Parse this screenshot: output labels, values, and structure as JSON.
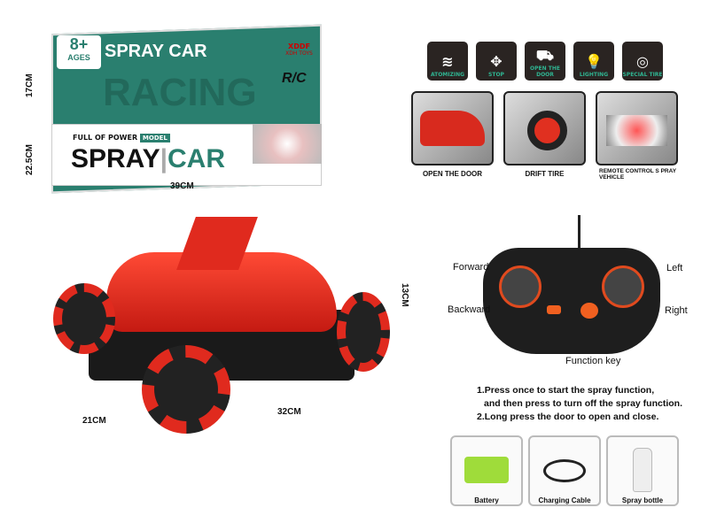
{
  "package": {
    "age": "8+",
    "age_label": "AGES",
    "top_name": "SPRAY CAR",
    "background_word": "RACING",
    "tagline": "FULL OF POWER",
    "model_tag": "MODEL",
    "name_part1": "SPRAY",
    "name_part2": "CAR",
    "brand": "XDDF",
    "brand_sub": "XDH TOYS",
    "rc_logo": "R/C",
    "height": "17CM",
    "depth": "22.5CM",
    "width": "39CM"
  },
  "features": [
    {
      "icon": "atomizing-icon",
      "label": "ATOMIZING"
    },
    {
      "icon": "stop-arrows-icon",
      "label": "STOP"
    },
    {
      "icon": "open-door-icon",
      "label": "OPEN THE DOOR"
    },
    {
      "icon": "lighting-icon",
      "label": "LIGHTING"
    },
    {
      "icon": "special-tire-icon",
      "label": "SPECIAL TIRE"
    }
  ],
  "photos": [
    {
      "caption": "OPEN THE DOOR"
    },
    {
      "caption": "DRIFT TIRE"
    },
    {
      "caption": "REMOTE CONTROL S PRAY VEHICLE"
    }
  ],
  "car": {
    "height": "13CM",
    "length": "32CM",
    "width": "21CM"
  },
  "remote": {
    "forward": "Forward",
    "backward": "Backward",
    "left": "Left",
    "right": "Right",
    "function_key": "Function key"
  },
  "instructions": [
    "1.Press once to start the spray function,",
    "and then press to turn off the spray function.",
    "2.Long press the door to open and close."
  ],
  "accessories": [
    {
      "label": "Battery"
    },
    {
      "label": "Charging Cable"
    },
    {
      "label": "Spray bottle"
    }
  ],
  "colors": {
    "teal": "#2a7f6f",
    "red": "#e02a1e",
    "dark": "#2a2422"
  }
}
